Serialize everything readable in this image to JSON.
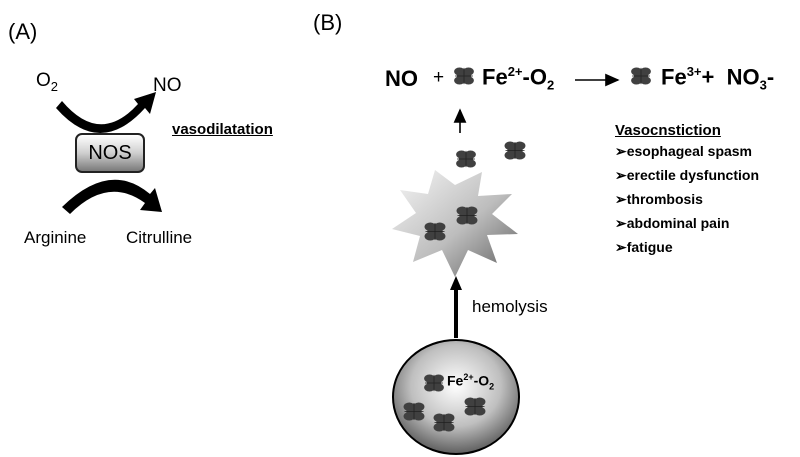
{
  "panel_a": {
    "label": "(A)",
    "o2_base": "O",
    "o2_sub": "2",
    "no": "NO",
    "nos": "NOS",
    "vasodilatation": "vasodilatation",
    "arginine": "Arginine",
    "citrulline": "Citrulline"
  },
  "panel_b": {
    "label": "(B)",
    "equation": {
      "no": "NO",
      "plus1": "+",
      "fe2_base": "Fe",
      "fe2_sup": "2+",
      "o2_part": "-O",
      "o2_sub": "2",
      "fe3_base": "Fe",
      "fe3_sup": "3+",
      "plus2": "+",
      "no3_base": "NO",
      "no3_sub": "3",
      "no3_tail": "-"
    },
    "vasoconstriction": {
      "title": "Vasocnstiction",
      "bullet": "➢",
      "items": [
        "esophageal spasm",
        "erectile dysfunction",
        "thrombosis",
        "abdominal pain",
        "fatigue"
      ]
    },
    "hemolysis": "hemolysis",
    "cell": {
      "fe_base": "Fe",
      "fe_sup": "2+",
      "o2_part": "-O",
      "o2_sub": "2"
    }
  },
  "icons": {
    "hemoglobin": "hemoglobin-molecule-icon",
    "burst": "burst-shape"
  },
  "colors": {
    "molecule": "#404040",
    "burst_dark": "#6a6a6a",
    "burst_light": "#f2f2f2",
    "cell_dark": "#5a5a5a",
    "cell_light": "#ffffff"
  }
}
